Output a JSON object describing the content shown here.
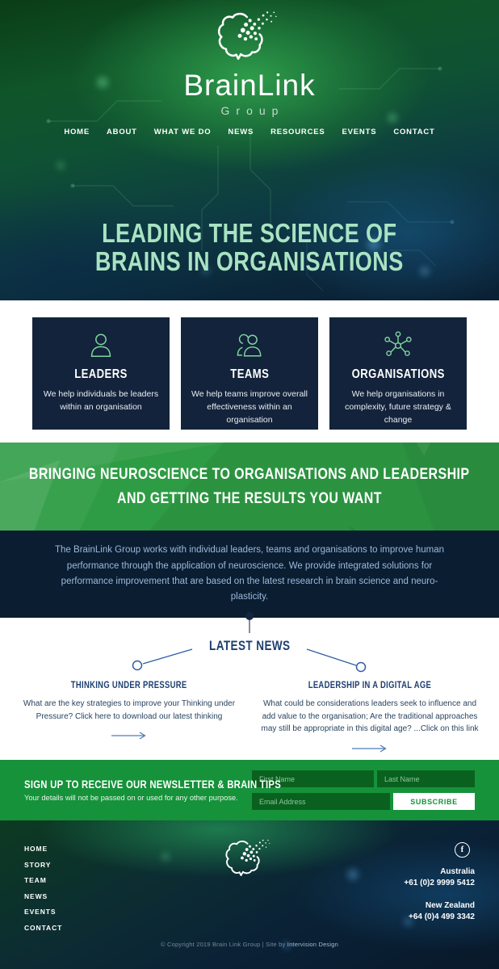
{
  "hero": {
    "logo": {
      "title": "BrainLink",
      "subtitle": "Group"
    },
    "nav": [
      "HOME",
      "ABOUT",
      "WHAT WE DO",
      "NEWS",
      "RESOURCES",
      "EVENTS",
      "CONTACT"
    ],
    "headline_line1": "LEADING THE SCIENCE OF",
    "headline_line2": "BRAINS IN ORGANISATIONS"
  },
  "pillars": [
    {
      "icon": "person-icon",
      "title": "LEADERS",
      "description": "We help individuals be leaders within an organisation"
    },
    {
      "icon": "people-icon",
      "title": "TEAMS",
      "description": "We help teams improve overall effectiveness within an organisation"
    },
    {
      "icon": "network-icon",
      "title": "ORGANISATIONS",
      "description": "We help organisations in complexity, future strategy & change"
    }
  ],
  "banner": {
    "line1": "BRINGING NEUROSCIENCE TO ORGANISATIONS AND LEADERSHIP",
    "line2": "AND GETTING THE RESULTS YOU WANT"
  },
  "intro": {
    "text": "The BrainLink Group works with individual leaders, teams and organisations to improve human performance through the application of neuroscience. We provide integrated solutions for performance improvement that are based on the latest research in brain science and neuro-plasticity."
  },
  "news": {
    "title": "LATEST NEWS",
    "items": [
      {
        "title": "THINKING UNDER PRESSURE",
        "body": "What are the key strategies to improve your Thinking under Pressure?  Click here to download our latest thinking"
      },
      {
        "title": "LEADERSHIP IN A DIGITAL AGE",
        "body": "What could be considerations leaders seek to influence and add value to the organisation; Are the traditional approaches may still be appropriate in this digital age? ...Click on this link"
      }
    ]
  },
  "newsletter": {
    "heading": "SIGN UP TO RECEIVE OUR NEWSLETTER & BRAIN TIPS",
    "subheading": "Your details will not be passed on or used for any other purpose.",
    "first_name_placeholder": "First Name",
    "last_name_placeholder": "Last Name",
    "email_placeholder": "Email Address",
    "subscribe_label": "SUBSCRIBE"
  },
  "footer": {
    "nav": [
      "HOME",
      "STORY",
      "TEAM",
      "NEWS",
      "EVENTS",
      "CONTACT"
    ],
    "facebook_glyph": "f",
    "contacts": [
      {
        "country": "Australia",
        "phone": "+61 (0)2 9999 5412"
      },
      {
        "country": "New Zealand",
        "phone": "+64 (0)4 499 3342"
      }
    ],
    "copyright_prefix": "© Copyright 2019 Brain Link Group | Site by ",
    "copyright_credit": "Intervision Design"
  },
  "colors": {
    "hero_headline": "#a9e3c2",
    "card_bg": "#13233b",
    "banner_green": "#2e9c44",
    "intro_bg": "#0a1d31",
    "news_accent": "#1d3f71",
    "newsletter_green": "#15923a",
    "input_green": "#0a611f",
    "arrow_blue": "#4f7cb8"
  }
}
